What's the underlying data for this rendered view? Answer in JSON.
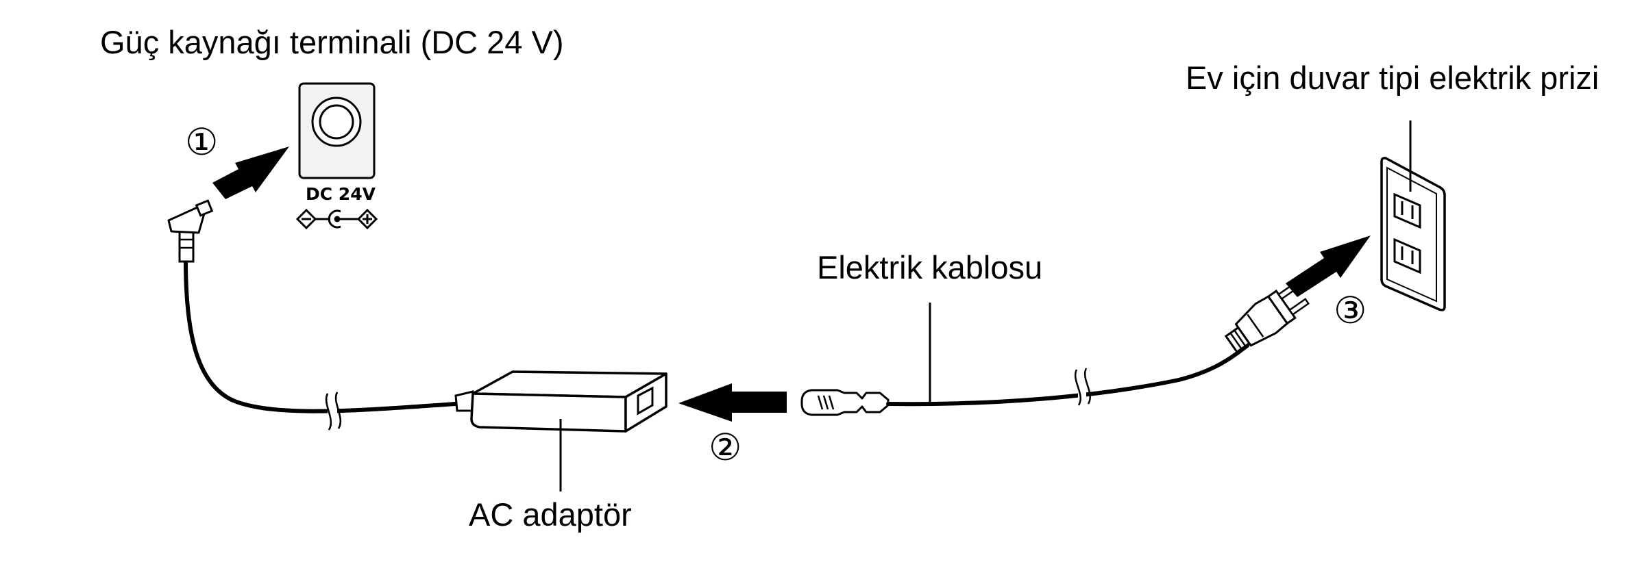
{
  "labels": {
    "power_terminal": "Güç kaynağı terminali (DC 24 V)",
    "wall_outlet": "Ev için duvar tipi elektrik prizi",
    "power_cord": "Elektrik kablosu",
    "ac_adaptor": "AC adaptör",
    "jack_marking": "DC 24V"
  },
  "steps": [
    "①",
    "②",
    "③"
  ],
  "colors": {
    "line": "#000000",
    "background": "#ffffff",
    "panel_fill": "#f2f2f2"
  }
}
